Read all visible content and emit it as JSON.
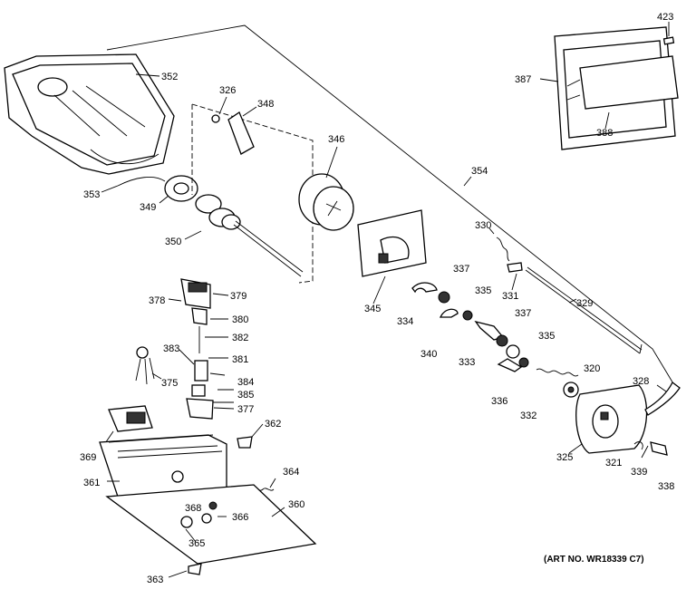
{
  "parts": {
    "p423": "423",
    "p387": "387",
    "p388": "388",
    "p352": "352",
    "p326": "326",
    "p348": "348",
    "p346": "346",
    "p354": "354",
    "p353": "353",
    "p349": "349",
    "p350": "350",
    "p330": "330",
    "p337a": "337",
    "p335a": "335",
    "p337b": "337",
    "p335b": "335",
    "p331": "331",
    "p329": "329",
    "p345": "345",
    "p334": "334",
    "p340": "340",
    "p333": "333",
    "p336": "336",
    "p332": "332",
    "p320": "320",
    "p328": "328",
    "p325": "325",
    "p321": "321",
    "p339": "339",
    "p338": "338",
    "p378": "378",
    "p379": "379",
    "p380": "380",
    "p382": "382",
    "p383": "383",
    "p381": "381",
    "p375": "375",
    "p384": "384",
    "p385": "385",
    "p377": "377",
    "p362": "362",
    "p369": "369",
    "p361": "361",
    "p364": "364",
    "p368": "368",
    "p366": "366",
    "p360": "360",
    "p365": "365",
    "p363": "363"
  },
  "art_number": "(ART NO. WR18339 C7)"
}
